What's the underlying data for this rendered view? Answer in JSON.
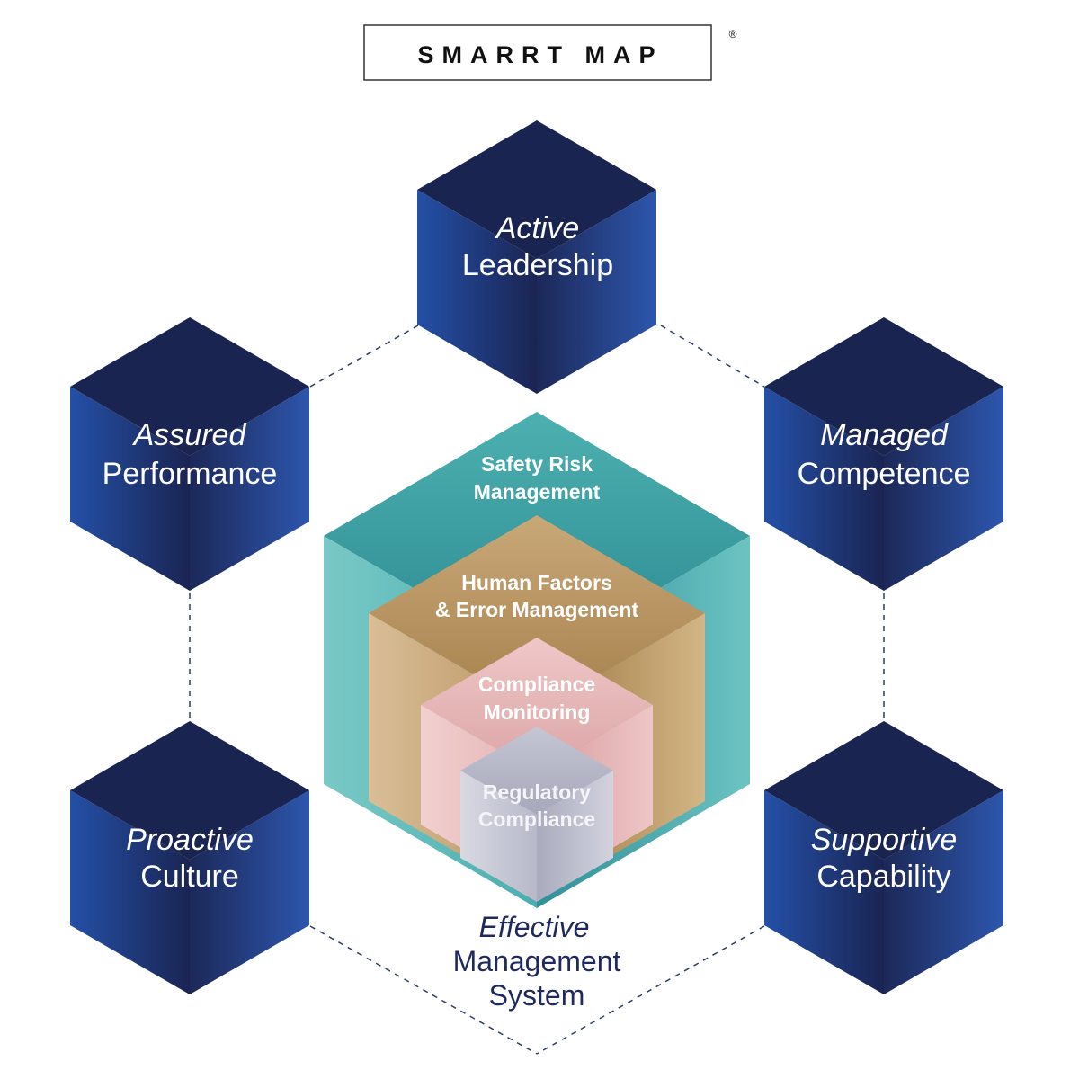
{
  "title": {
    "text": "SMARRT MAP",
    "mark": "®"
  },
  "pillars": {
    "top": {
      "italic": "Active",
      "regular": "Leadership"
    },
    "upper_left": {
      "italic": "Assured",
      "regular": "Performance"
    },
    "upper_right": {
      "italic": "Managed",
      "regular": "Competence"
    },
    "lower_left": {
      "italic": "Proactive",
      "regular": "Culture"
    },
    "lower_right": {
      "italic": "Supportive",
      "regular": "Capability"
    }
  },
  "layers": {
    "outer": {
      "line1": "Safety Risk",
      "line2": "Management"
    },
    "second": {
      "line1": "Human Factors",
      "line2": "& Error Management"
    },
    "third": {
      "line1": "Compliance",
      "line2": "Monitoring"
    },
    "core": {
      "line1": "Regulatory",
      "line2": "Compliance"
    }
  },
  "system": {
    "italic": "Effective",
    "line2": "Management",
    "line3": "System"
  },
  "colors": {
    "pillar_dark": "#1b2550",
    "pillar_blue": "#2a4fa3",
    "teal": "#3a9ea3",
    "tan": "#b08a58",
    "pink": "#e2aeaf",
    "grey": "#b4b6c6",
    "dashed_line": "#2c3e66",
    "system_text": "#1e2a5e"
  }
}
